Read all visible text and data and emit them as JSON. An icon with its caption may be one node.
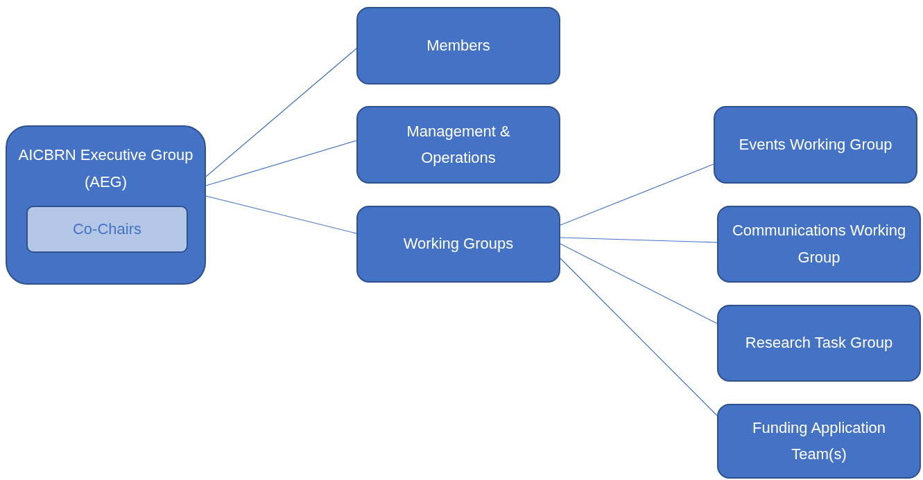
{
  "diagram": {
    "nodes": [
      {
        "text": [
          "AICBRN Executive Group (AEG)"
        ]
      },
      {
        "text": [
          "Co-Chairs"
        ],
        "in": 0
      },
      {
        "text": [
          "Members"
        ]
      },
      {
        "text": [
          "Management & Operations"
        ]
      },
      {
        "text": [
          "Working Groups"
        ]
      },
      {
        "text": [
          "Events Working Group"
        ]
      },
      {
        "text": [
          "Communications Working Group"
        ]
      },
      {
        "text": [
          "Research Task Group"
        ]
      },
      {
        "text": [
          "Funding Application Team(s)"
        ]
      }
    ],
    "edges": [
      {
        "from": 0,
        "to": 2,
        "arrow": "none"
      },
      {
        "from": 0,
        "to": 3,
        "arrow": "none"
      },
      {
        "from": 0,
        "to": 4,
        "arrow": "none"
      },
      {
        "from": 4,
        "to": 5,
        "arrow": "none"
      },
      {
        "from": 4,
        "to": 6,
        "arrow": "none"
      },
      {
        "from": 4,
        "to": 7,
        "arrow": "none"
      },
      {
        "from": 4,
        "to": 8,
        "arrow": "none"
      }
    ]
  }
}
